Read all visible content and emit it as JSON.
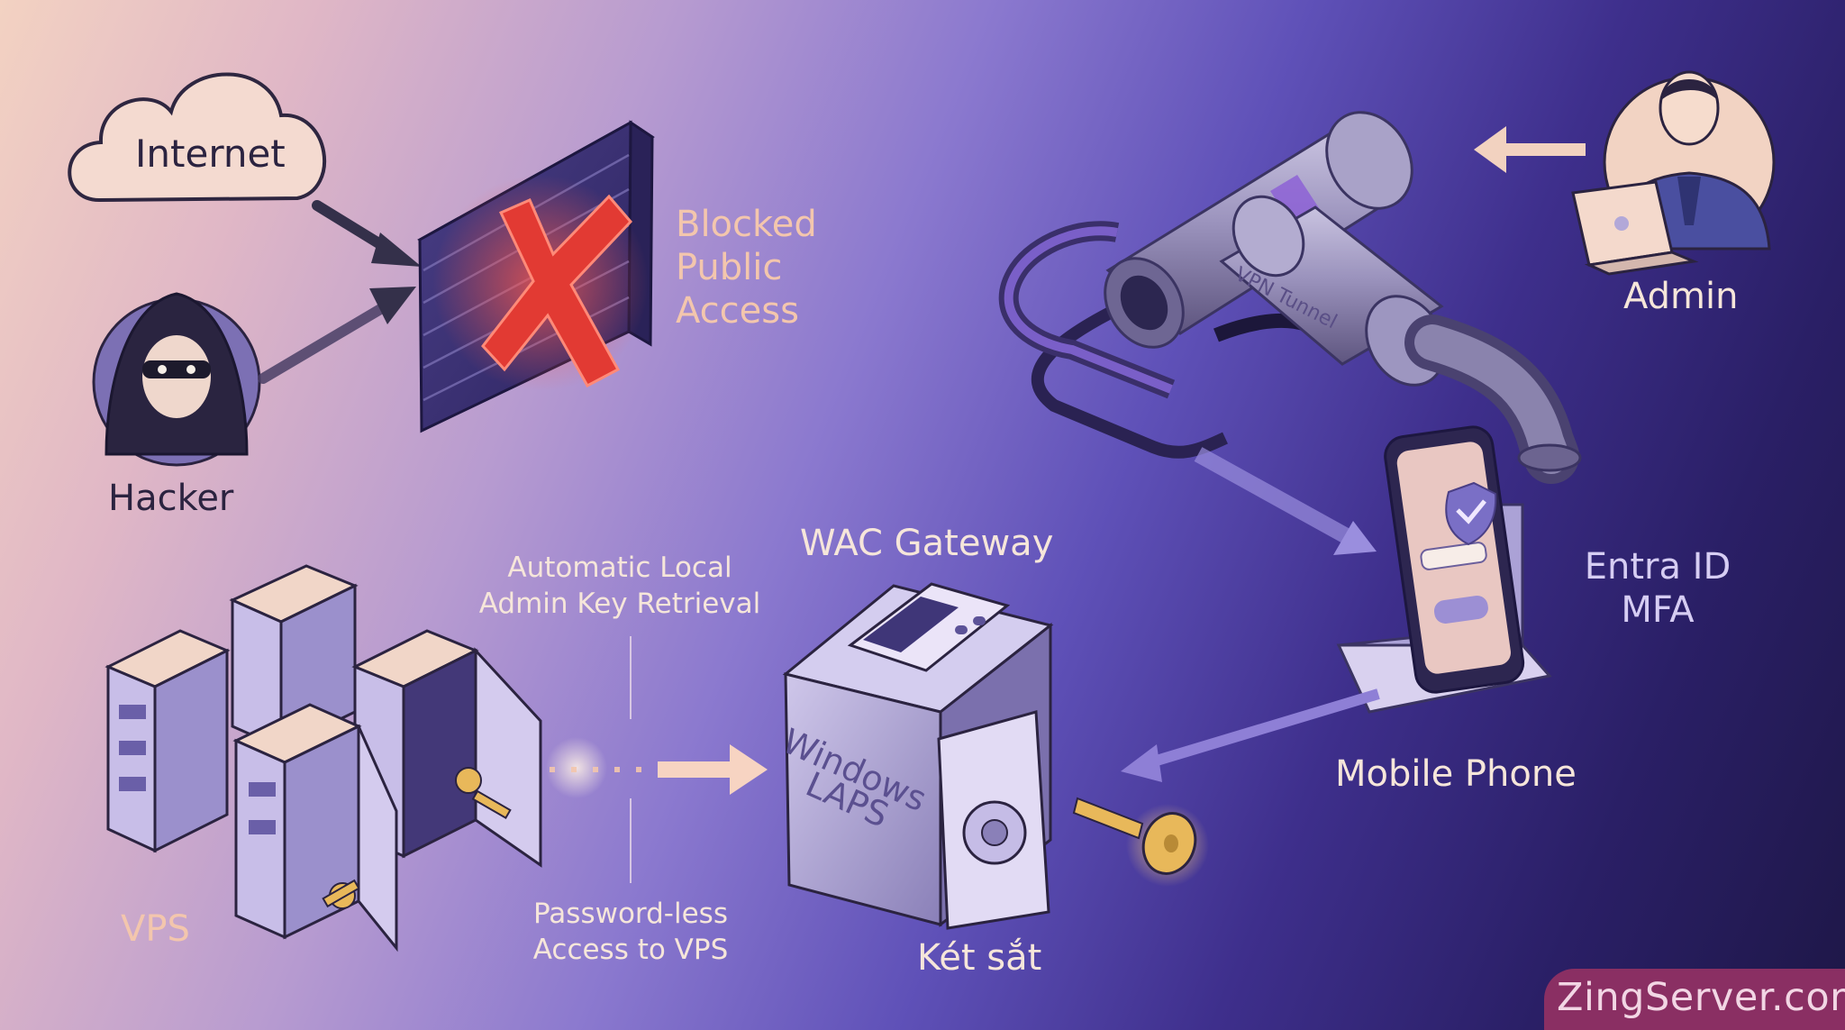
{
  "labels": {
    "internet": "Internet",
    "hacker": "Hacker",
    "blocked": [
      "Blocked",
      "Public",
      "Access"
    ],
    "vpn_tunnel": "VPN Tunnel",
    "admin": "Admin",
    "entra": [
      "Entra ID",
      "MFA"
    ],
    "mobile_phone": "Mobile Phone",
    "wac_gateway": "WAC Gateway",
    "windows_laps": [
      "Windows",
      "LAPS"
    ],
    "ket_sat": "Két sắt",
    "vps": "VPS",
    "auto_key": [
      "Automatic Local",
      "Admin Key Retrieval"
    ],
    "passwordless": [
      "Password-less",
      "Access to VPS"
    ]
  },
  "watermark": "ZingServer.com",
  "colors": {
    "bg_start": "#f3d2c2",
    "bg_end": "#1e1747",
    "firewall": "#3a2f6e",
    "blocked_x": "#e8352f",
    "pipe": "#9a94b8",
    "device": "#b7aee0",
    "server": "#c7bde8",
    "key_gold": "#e8b85a",
    "watermark_bg": "#8a2f63"
  },
  "icons": [
    "cloud-icon",
    "hacker-icon",
    "firewall-icon",
    "blocked-x-icon",
    "vpn-pipe-icon",
    "admin-icon",
    "laptop-icon",
    "phone-icon",
    "shield-check-icon",
    "safe-icon",
    "key-icon",
    "server-icon",
    "arrow-icon"
  ]
}
